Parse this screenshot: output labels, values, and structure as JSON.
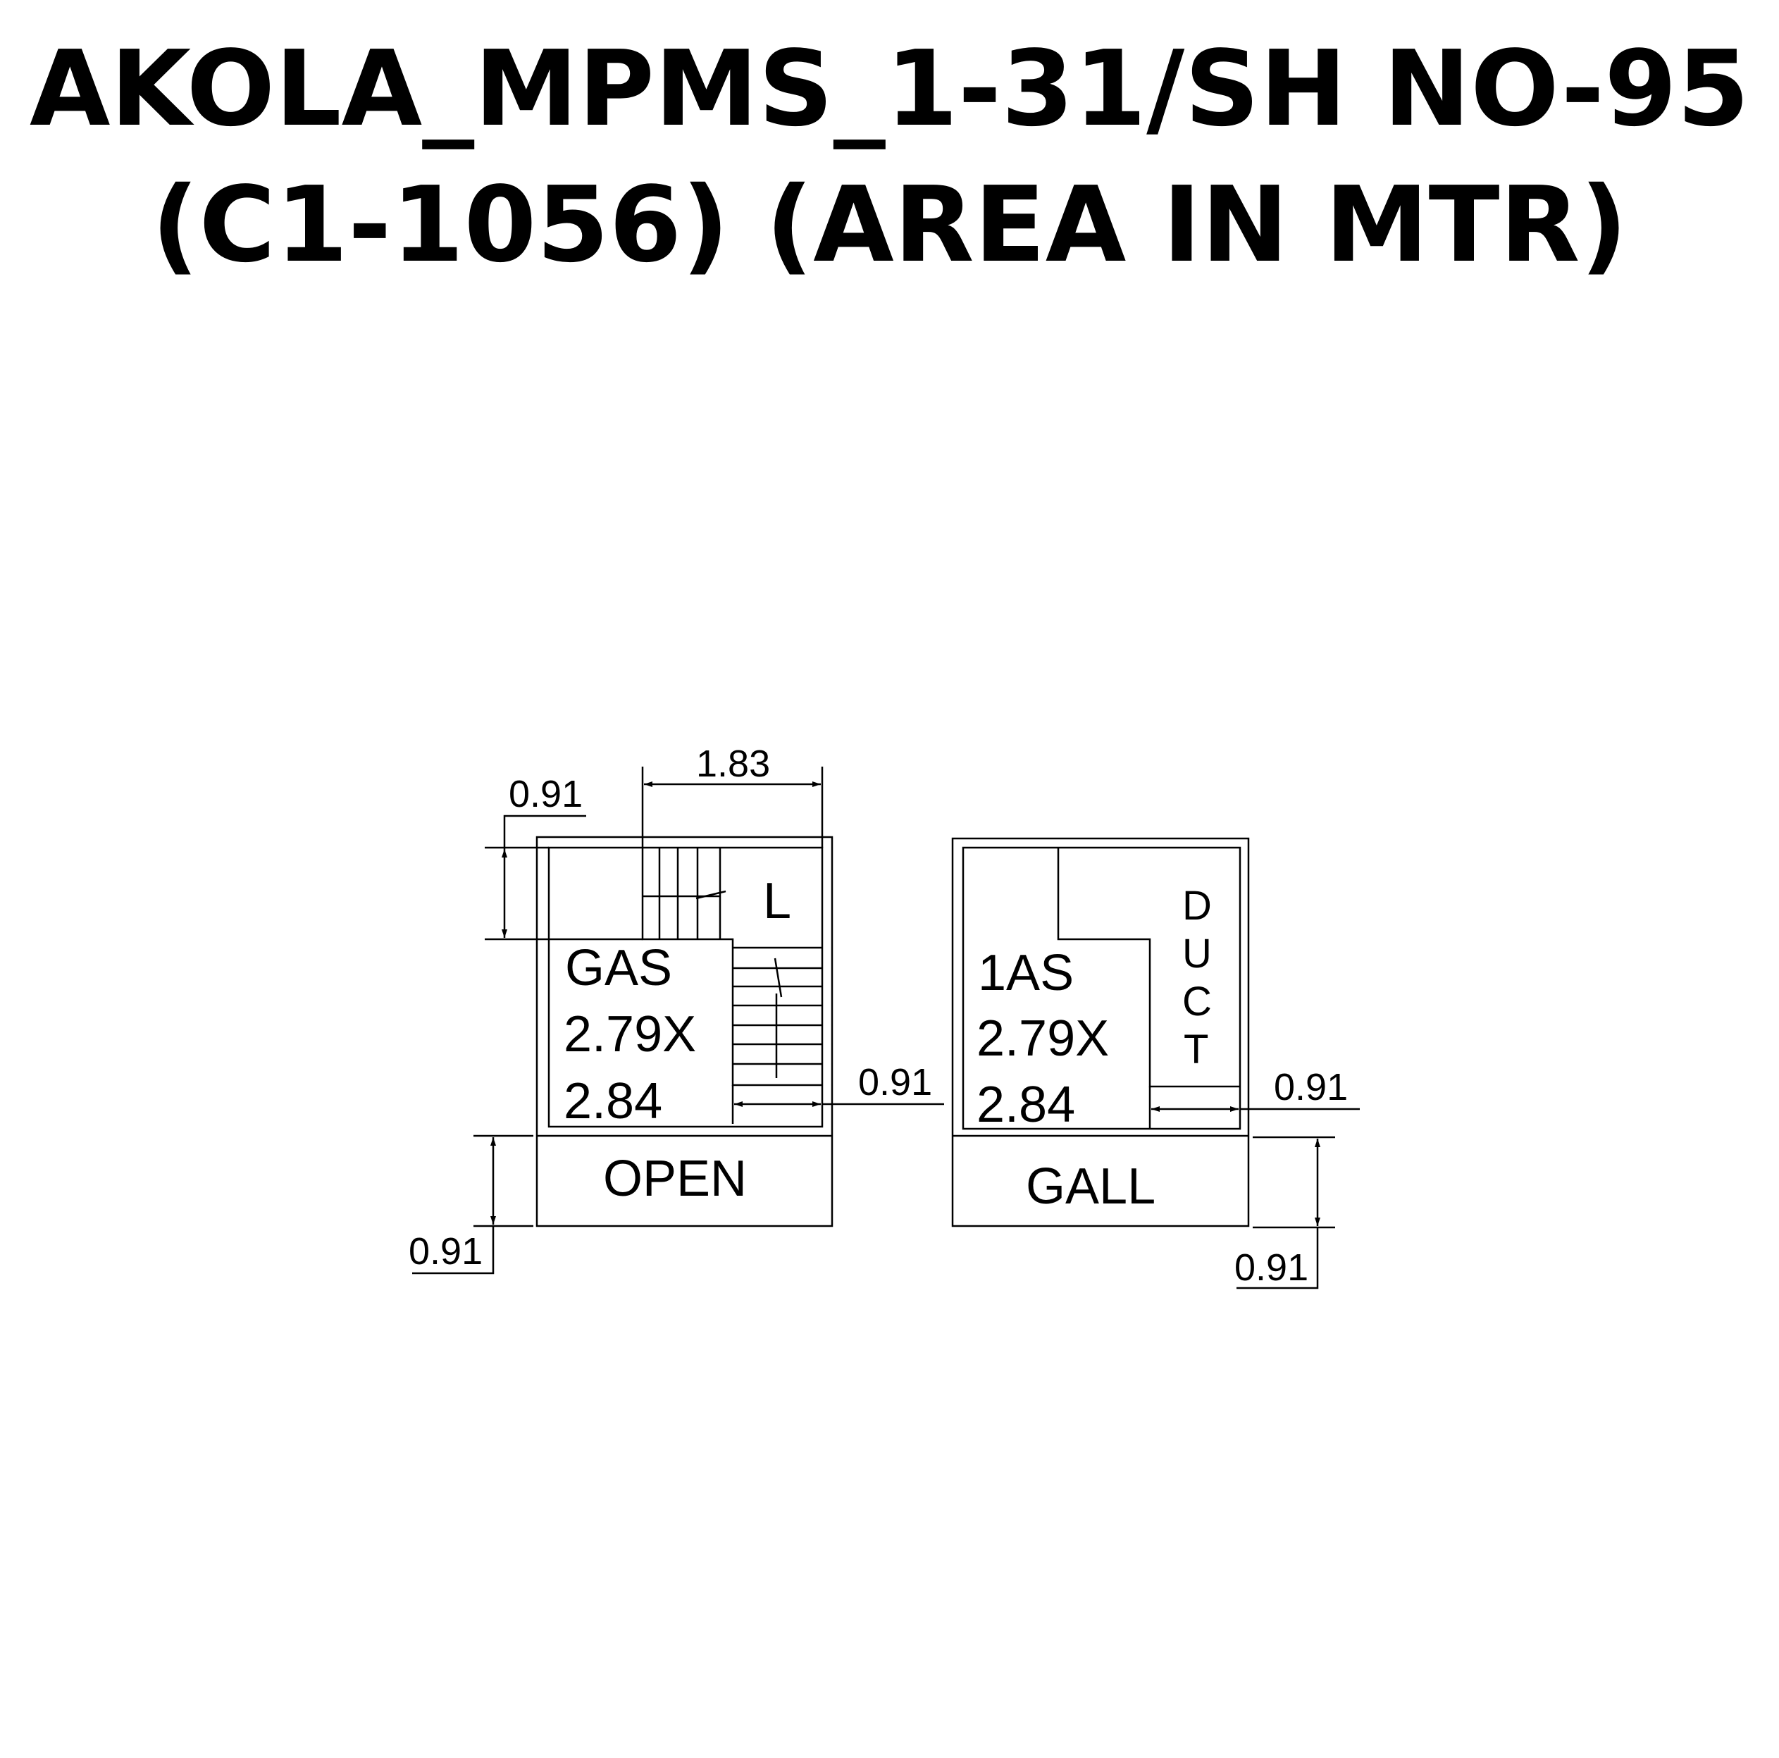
{
  "title": {
    "line1": "AKOLA_MPMS_1-31/SH NO-95",
    "line2": "(C1-1056) (AREA IN MTR)"
  },
  "left_unit": {
    "room_label": "GAS",
    "dim_line1": "2.79X",
    "dim_line2": "2.84",
    "lift_label": "L",
    "front_label": "OPEN"
  },
  "right_unit": {
    "room_label": "1AS",
    "dim_line1": "2.79X",
    "dim_line2": "2.84",
    "duct_letters": [
      "D",
      "U",
      "C",
      "T"
    ],
    "front_label": "GALL"
  },
  "dimensions": {
    "stair_width": "1.83",
    "top_left_depth": "0.91",
    "left_inner_width": "0.91",
    "bottom_left_depth": "0.91",
    "right_inner_width": "0.91",
    "bottom_right_depth": "0.91"
  },
  "colors": {
    "line": "#000000",
    "background": "#ffffff"
  }
}
